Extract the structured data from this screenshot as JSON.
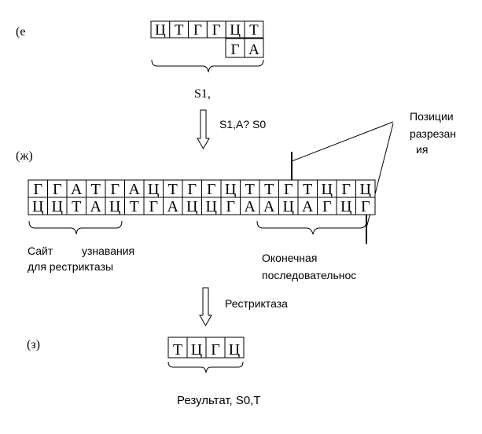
{
  "panel_e": {
    "label": "(е",
    "top_row": [
      "Ц",
      "Т",
      "Г",
      "Г",
      "Ц",
      "Т"
    ],
    "bottom_row": [
      "Г",
      "А"
    ],
    "caption": "S1,"
  },
  "arrow1_label": "S1,A?  S0",
  "cut_label": [
    "Позиции",
    "разрезан",
    "ия"
  ],
  "panel_zh": {
    "label": "(ж)",
    "top_row": [
      "Г",
      "Г",
      "А",
      "Т",
      "Г",
      "А",
      "Ц",
      "Т",
      "Г",
      "Г",
      "Ц",
      "Т",
      "Т",
      "Г",
      "Т",
      "Ц",
      "Г",
      "Ц"
    ],
    "bottom_row": [
      "Ц",
      "Ц",
      "Т",
      "А",
      "Ц",
      "Т",
      "Г",
      "А",
      "Ц",
      "Ц",
      "Г",
      "А",
      "А",
      "Ц",
      "А",
      "Г",
      "Ц",
      "Г"
    ],
    "site_label_1": "Сайт",
    "site_label_2": "узнавания",
    "site_label_3": "для рестриктазы",
    "end_label_1": "Оконечная",
    "end_label_2": "последовательнос"
  },
  "arrow2_label": "Рестриктаза",
  "panel_z": {
    "label": "(з)",
    "row": [
      "Т",
      "Ц",
      "Г",
      "Ц"
    ],
    "caption": "Результат, S0,Т"
  }
}
